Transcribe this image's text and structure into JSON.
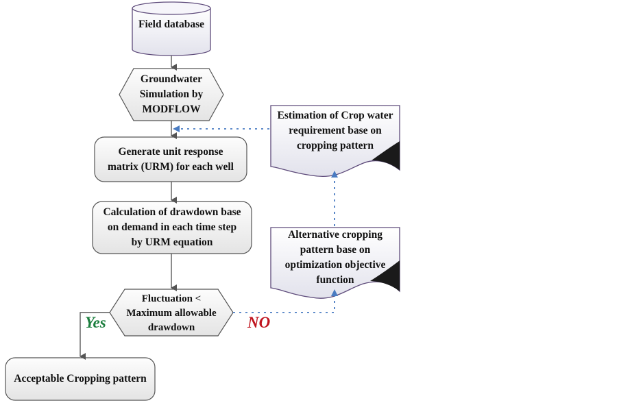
{
  "diagram": {
    "nodes": {
      "field_database": {
        "label": "Field database",
        "shape": "database-cylinder"
      },
      "groundwater_simulation": {
        "label": "Groundwater\nSimulation by\nMODFLOW",
        "shape": "hexagon"
      },
      "generate_urm": {
        "label": "Generate unit response\nmatrix (URM) for each well",
        "shape": "rounded-rect"
      },
      "calc_drawdown": {
        "label": "Calculation of drawdown base\non demand in each time step\nby URM equation",
        "shape": "rounded-rect"
      },
      "fluctuation_check": {
        "label": "Fluctuation <\nMaximum allowable\ndrawdown",
        "shape": "hexagon-decision"
      },
      "acceptable_pattern": {
        "label": "Acceptable Cropping pattern",
        "shape": "rounded-rect"
      },
      "crop_water_estimation": {
        "label": "Estimation of Crop water\nrequirement base on\ncropping pattern",
        "shape": "document"
      },
      "alternative_pattern": {
        "label": "Alternative cropping\npattern base on\noptimization objective\nfunction",
        "shape": "document"
      }
    },
    "edges": [
      {
        "from": "field_database",
        "to": "groundwater_simulation",
        "style": "solid"
      },
      {
        "from": "groundwater_simulation",
        "to": "generate_urm",
        "style": "solid"
      },
      {
        "from": "generate_urm",
        "to": "calc_drawdown",
        "style": "solid"
      },
      {
        "from": "calc_drawdown",
        "to": "fluctuation_check",
        "style": "solid"
      },
      {
        "from": "fluctuation_check",
        "to": "acceptable_pattern",
        "style": "solid",
        "label": "Yes"
      },
      {
        "from": "fluctuation_check",
        "to": "alternative_pattern",
        "style": "dotted",
        "label": "NO"
      },
      {
        "from": "alternative_pattern",
        "to": "crop_water_estimation",
        "style": "dotted"
      },
      {
        "from": "crop_water_estimation",
        "to": "groundwater_simulation",
        "style": "dotted"
      }
    ],
    "edge_labels": {
      "yes": "Yes",
      "no": "NO"
    },
    "colors": {
      "solid_edge": "#5a5a5a",
      "dotted_edge": "#4a7cc2",
      "node_border": "#5d4a7a",
      "node_fill_top": "#ffffff",
      "node_fill_bottom": "#e4e4ee",
      "yes_label": "#1d7f3f",
      "no_label": "#c0151f"
    }
  }
}
